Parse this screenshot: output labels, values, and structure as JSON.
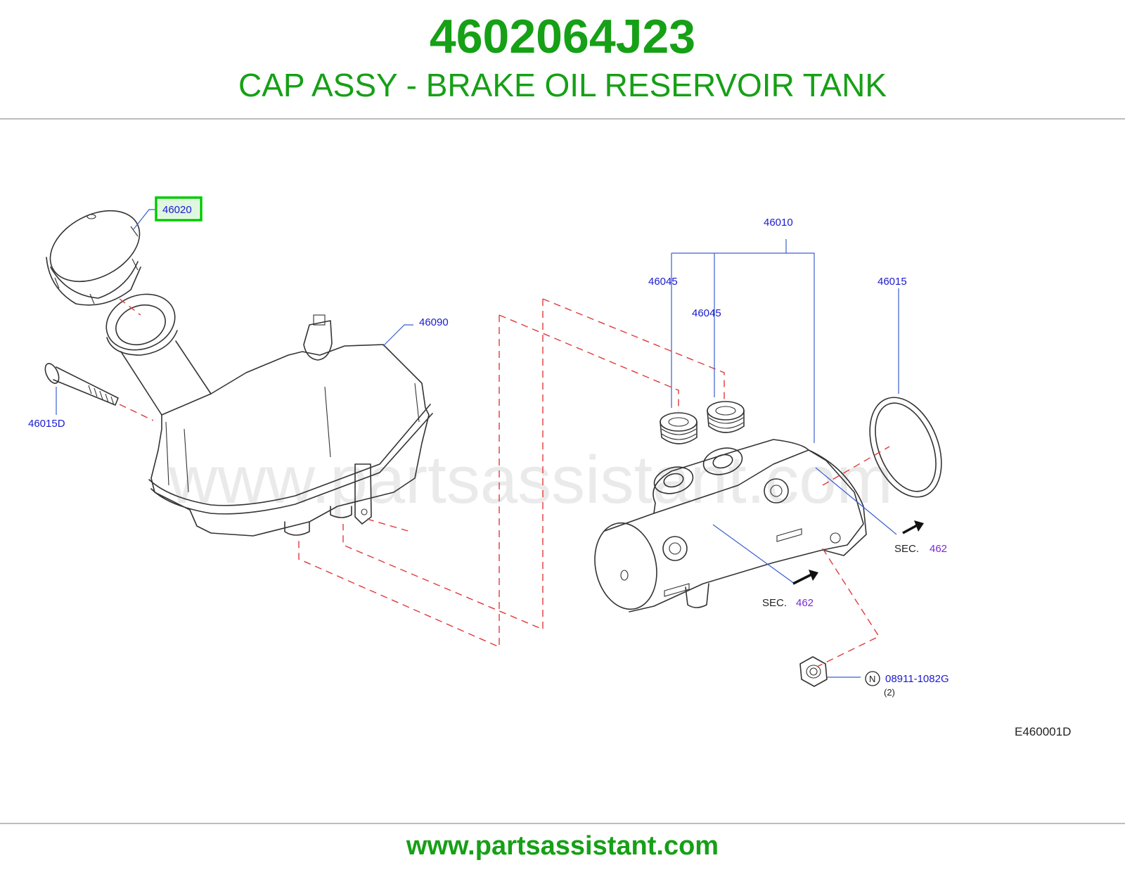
{
  "header": {
    "part_number": "4602064J23",
    "description": "CAP ASSY - BRAKE OIL RESERVOIR TANK"
  },
  "diagram": {
    "watermark": "www.partsassistant.com",
    "callouts": {
      "cap": "46020",
      "reservoir": "46090",
      "bolt": "46015D",
      "master_cylinder": "46010",
      "grommet_a": "46045",
      "grommet_b": "46045",
      "o_ring": "46015",
      "nut": "08911-1082G",
      "nut_qty": "(2)",
      "nut_marker": "N"
    },
    "section_refs": [
      {
        "prefix": "SEC.",
        "number": "462"
      },
      {
        "prefix": "SEC.",
        "number": "462"
      }
    ],
    "figure_code": "E460001D",
    "highlight_color": "#00cc00"
  },
  "footer": {
    "url": "www.partsassistant.com"
  },
  "colors": {
    "brand_green": "#16a016",
    "callout_blue": "#1a1ad0",
    "section_purple": "#7a2bd6",
    "guide_red": "#e03a3a"
  }
}
